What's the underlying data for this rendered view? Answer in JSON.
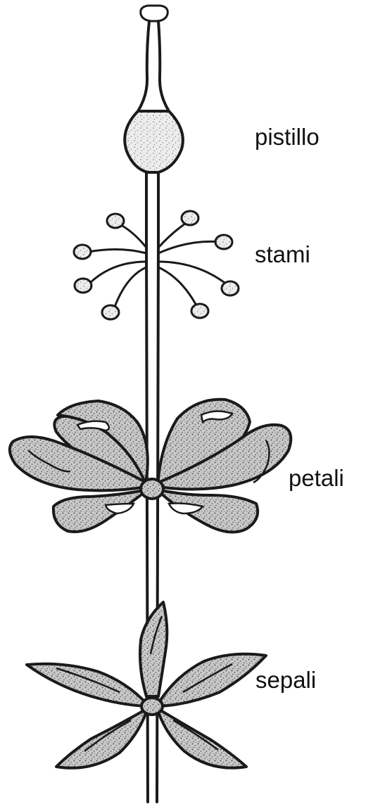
{
  "labels": {
    "pistillo": "pistillo",
    "stami": "stami",
    "petali": "petali",
    "sepali": "sepali"
  },
  "colors": {
    "ink": "#1a1a1a",
    "background": "#ffffff"
  }
}
